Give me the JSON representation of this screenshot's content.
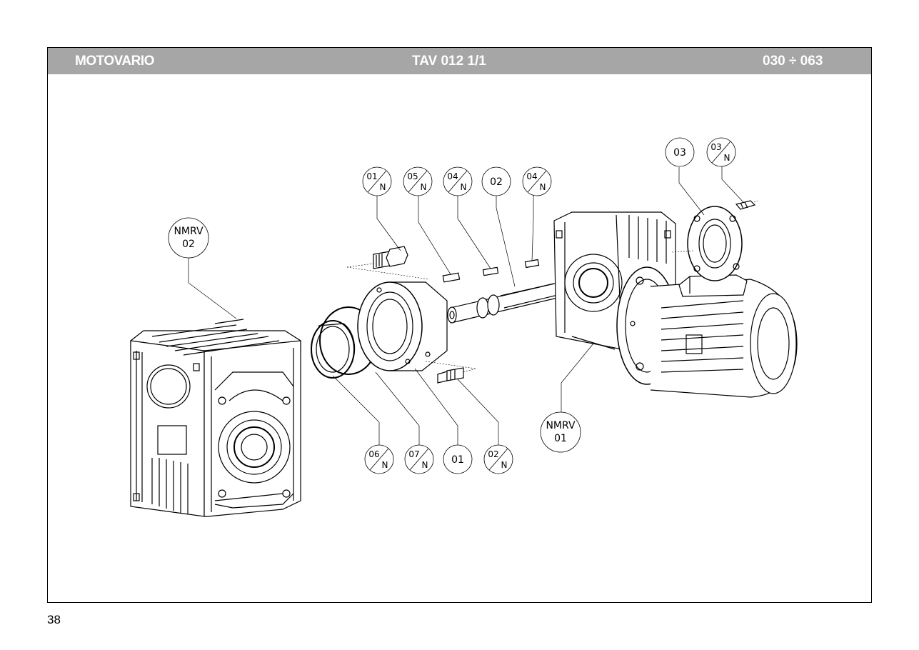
{
  "header": {
    "brand": "MOTOVARIO",
    "table": "TAV 012  1/1",
    "range": "030 ÷ 063",
    "background_color": "#a6a6a6",
    "text_color": "#ffffff"
  },
  "callouts": {
    "nmrv02": {
      "line1": "NMRV",
      "line2": "02"
    },
    "nmrv01": {
      "line1": "NMRV",
      "line2": "01"
    },
    "c01n": {
      "num": "01",
      "suffix": "N"
    },
    "c05n": {
      "num": "05",
      "suffix": "N"
    },
    "c04n_a": {
      "num": "04",
      "suffix": "N"
    },
    "c02": {
      "num": "02"
    },
    "c04n_b": {
      "num": "04",
      "suffix": "N"
    },
    "c03": {
      "num": "03"
    },
    "c03n": {
      "num": "03",
      "suffix": "N"
    },
    "c06n": {
      "num": "06",
      "suffix": "N"
    },
    "c07n": {
      "num": "07",
      "suffix": "N"
    },
    "c01": {
      "num": "01"
    },
    "c02n": {
      "num": "02",
      "suffix": "N"
    }
  },
  "page_number": "38"
}
